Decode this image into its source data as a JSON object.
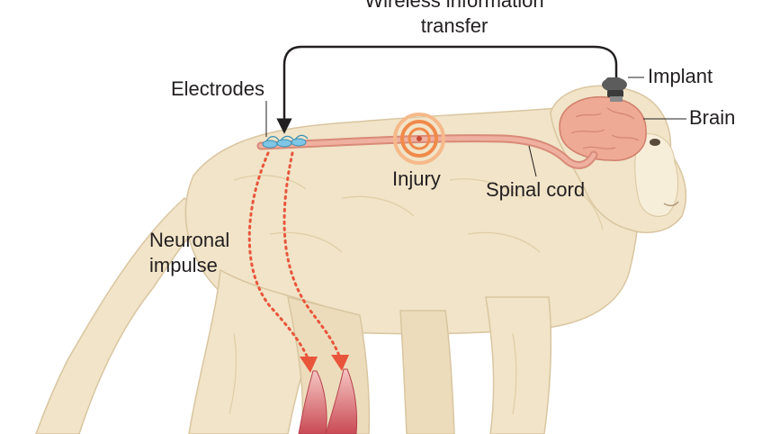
{
  "labels": {
    "wireless_line1": "Wireless information",
    "wireless_line2": "transfer",
    "implant": "Implant",
    "brain": "Brain",
    "electrodes": "Electrodes",
    "injury": "Injury",
    "spinal_cord": "Spinal cord",
    "neuronal_line1": "Neuronal",
    "neuronal_line2": "impulse"
  },
  "colors": {
    "fur": "#f1e4c8",
    "fur_shadow": "#e2d0ab",
    "spinal_cord": "#e9a08e",
    "brain": "#eeaa94",
    "impulse_arrow": "#e8553b",
    "injury_ring": "#f08a4a",
    "electrode": "#7fc6e4",
    "wire": "#231f20",
    "implant": "#4a4a4a"
  }
}
